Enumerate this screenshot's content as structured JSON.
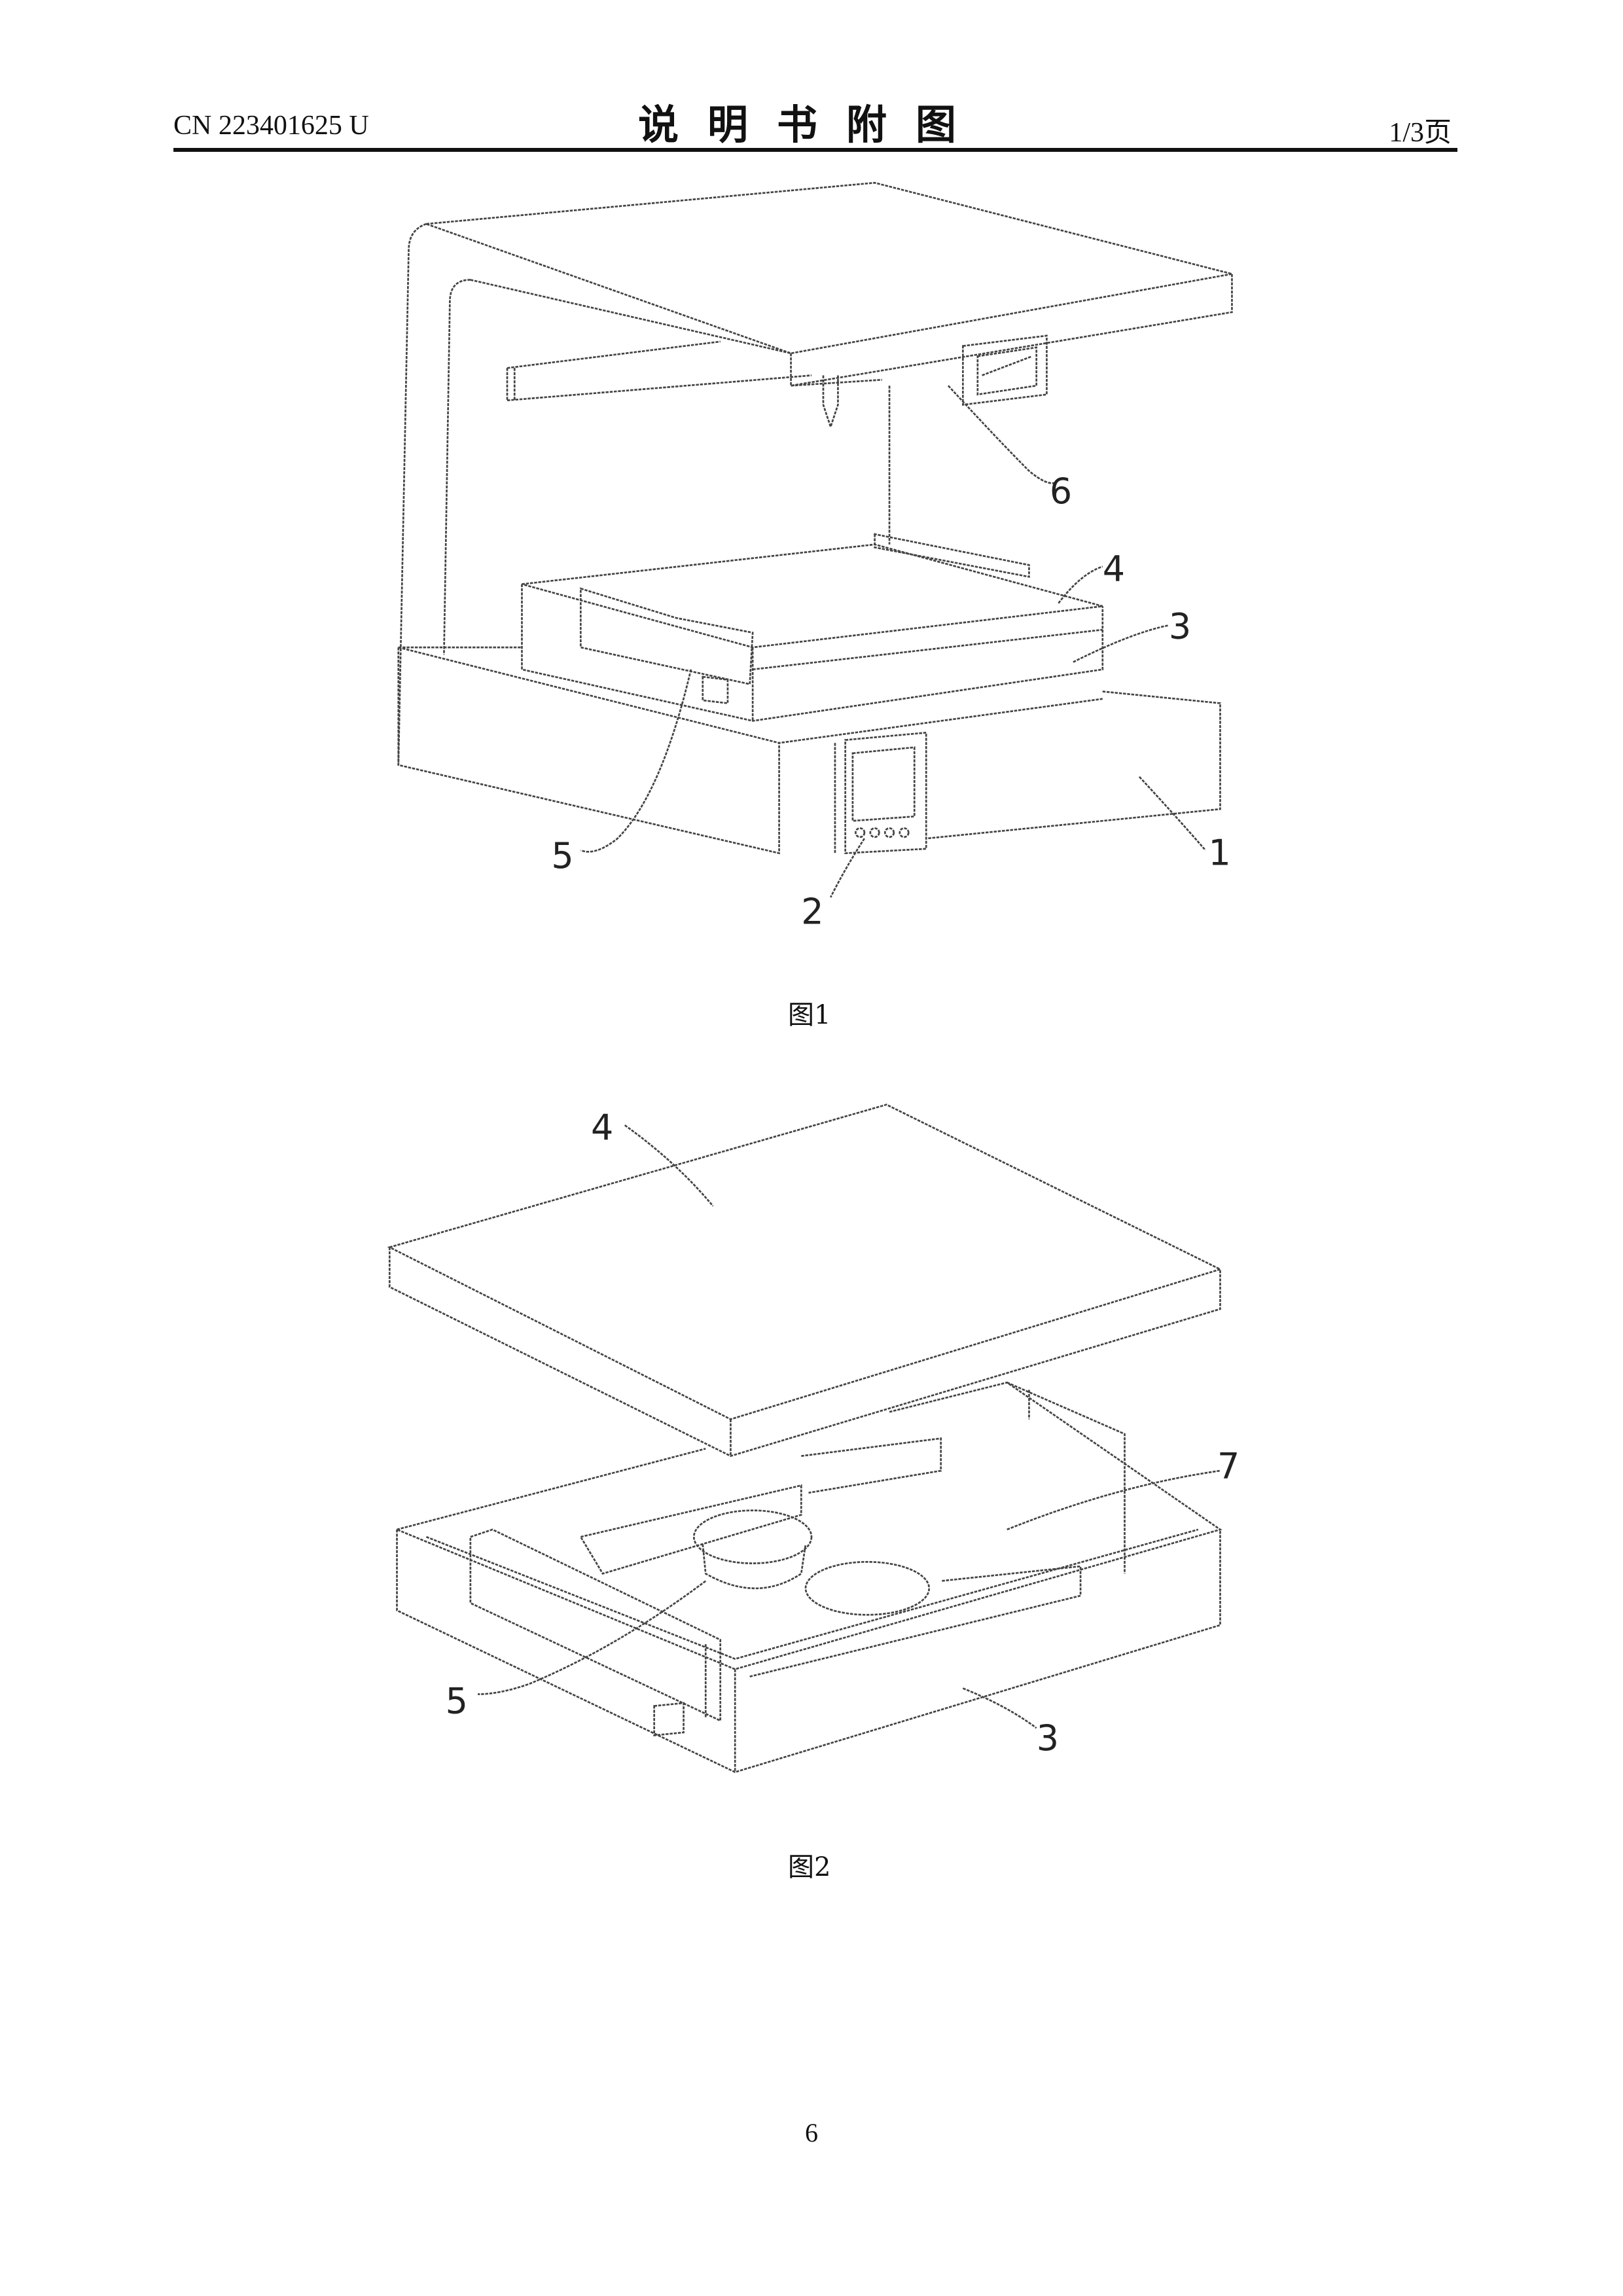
{
  "header": {
    "publication_number": "CN 223401625 U",
    "title": "说明书附图",
    "page_indicator": "1/3页"
  },
  "figures": [
    {
      "caption": "图1",
      "labels": [
        "6",
        "4",
        "3",
        "5",
        "2",
        "1"
      ]
    },
    {
      "caption": "图2",
      "labels": [
        "4",
        "7",
        "5",
        "3"
      ]
    }
  ],
  "footer": {
    "page_number": "6"
  }
}
